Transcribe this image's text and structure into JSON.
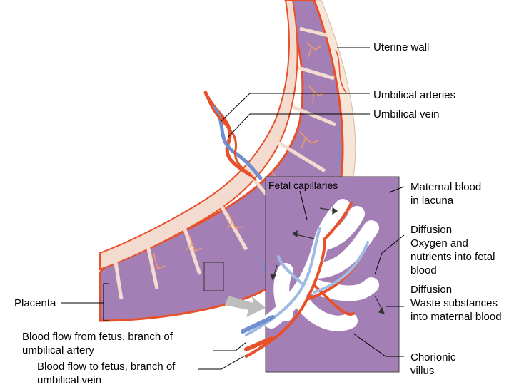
{
  "labels": {
    "uterine_wall": "Uterine wall",
    "umbilical_arteries": "Umbilical arteries",
    "umbilical_vein": "Umbilical vein",
    "fetal_capillaries": "Fetal capillaries",
    "maternal_blood": [
      "Maternal blood",
      "in lacuna"
    ],
    "diffusion_oxygen": [
      "Diffusion",
      "Oxygen and",
      "nutrients into fetal",
      "blood"
    ],
    "diffusion_waste": [
      "Diffusion",
      "Waste substances",
      "into maternal blood"
    ],
    "placenta": "Placenta",
    "blood_from_fetus": [
      "Blood flow from fetus, branch of",
      "umbilical artery"
    ],
    "blood_to_fetus": [
      "Blood flow to fetus, branch of",
      "umbilical vein"
    ],
    "chorionic_villus": [
      "Chorionic",
      "villus"
    ]
  },
  "colors": {
    "artery": "#e8502a",
    "vein": "#6f8fd0",
    "maternal_blood": "#a47fb6",
    "placenta_tissue": "#f3dccf",
    "uterine_wall": "#f6e6d8"
  }
}
